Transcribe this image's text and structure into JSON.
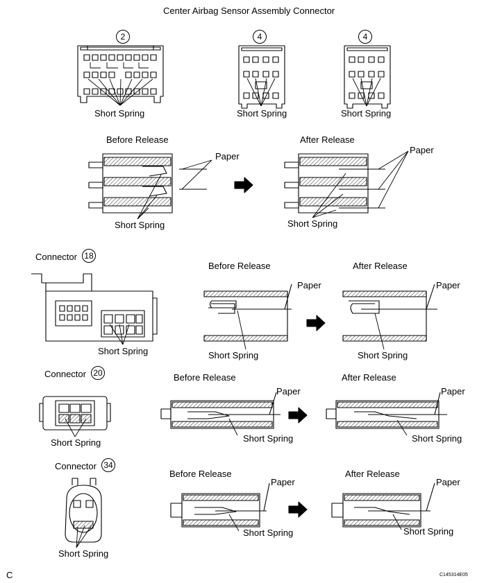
{
  "title": "Center Airbag Sensor Assembly Connector",
  "connector_word": "Connector",
  "connector_numbers": {
    "c2": "2",
    "c4a": "4",
    "c4b": "4",
    "c18": "18",
    "c20": "20",
    "c34": "34"
  },
  "labels": {
    "short_spring": "Short Spring",
    "paper": "Paper",
    "before_release": "Before Release",
    "after_release": "After Release"
  },
  "footer": {
    "left": "C",
    "code": "C145314E05"
  }
}
